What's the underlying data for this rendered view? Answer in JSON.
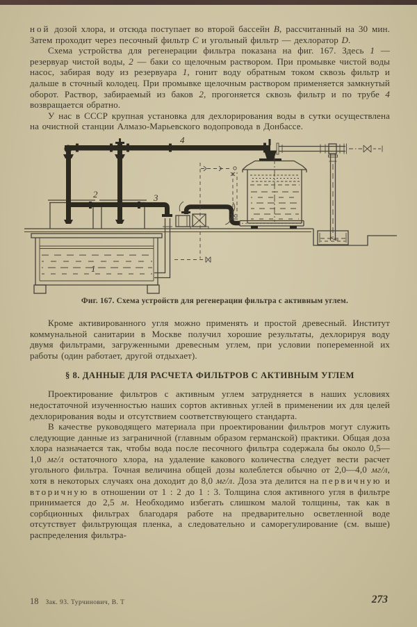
{
  "colors": {
    "paper": "#ccc2a2",
    "ink": "#39352a",
    "pipe_dark": "#2c2921",
    "scan_edge": "#4a3a33"
  },
  "content": {
    "p1": {
      "s0": "ной",
      "s1": " дозой хлора, и отсюда поступает во второй бассейн ",
      "em2": "В",
      "s3": ", рассчитанный на 30 мин. Затем проходит через песочный фильтр ",
      "em4": "С",
      "s5": " и угольный фильтр — дехлоратор ",
      "em6": "D",
      "s7": "."
    },
    "p2": {
      "s0": "Схема устройства для регенерации фильтра показана на фиг. 167. Здесь ",
      "em1": "1",
      "s2": " — резервуар чистой воды, ",
      "em3": "2",
      "s4": " — баки со щелочным раствором. При промывке чистой воды насос, забирая воду из резервуара ",
      "em5": "1",
      "s6": ", гонит воду обратным током сквозь фильтр и дальше в сточный колодец. При промывке щелочным раствором применяется замкнутый оборот. Раствор, забираемый из баков ",
      "em7": "2",
      "s8": ", прогоняется сквозь фильтр и по трубе ",
      "em9": "4",
      "s10": " возвращается обратно."
    },
    "p3": "У нас в СССР крупная установка для дехлорирования воды в сутки осуществлена на очистной станции Алмазо-Марьевского водопровода в Донбассе.",
    "p4": "Кроме активированного угля можно применять и простой древесный. Институт коммунальной санитарии в Москве получил хорошие результаты, дехлорируя воду двумя фильтрами, загруженными древесным углем, при условии попеременной их работы (один работает, другой отдыхает).",
    "heading": "§ 8. ДАННЫЕ ДЛЯ РАСЧЕТА ФИЛЬТРОВ С АКТИВНЫМ УГЛЕМ",
    "p5": "Проектирование фильтров с активным углем затрудняется в наших условиях недостаточной изученностью наших сортов активных углей в применении их для целей дехлорирования воды и отсутствием соответствующего стандарта.",
    "p6": {
      "s0": "В качестве руководящего материала при проектировании фильтров могут служить следующие данные из заграничной (главным образом германской) практики. Общая доза хлора назначается так, чтобы вода после песочного фильтра содержала бы около 0,5—1,0 ",
      "em1": "мг/л",
      "s2": " остаточного хлора, на удаление какового количества следует вести расчет угольного фильтра. Точная величина общей дозы колеблется обычно от 2,0—4,0 ",
      "em3": "мг/л",
      "s4": ", хотя в некоторых случаях она доходит до 8,0 ",
      "em5": "мг/л",
      "s6": ". Доза эта делится на ",
      "sp7": "первичную",
      "s8": " и ",
      "sp9": "вторичную",
      "s10": " в отношении от 1 : 2 до 1 : 3. Толщина слоя активного угля в фильтре принимается до 2,5 ",
      "em11": "м",
      "s12": ". Необходимо избегать слишком малой толщины, так как в сорбционных фильтрах благодаря работе на предварительно осветленной воде отсутствует фильтрующая пленка, а следовательно и саморегулирование (см. выше) распределения фильтра-"
    }
  },
  "figure": {
    "caption": "Фиг. 167. Схема устройств для регенерации фильтра с активным углем.",
    "labels": {
      "reservoir": "1",
      "tanks": "2",
      "pump_pipe": "3",
      "return_pipe": "4"
    }
  },
  "footer": {
    "edition_no": "18",
    "imprint": "Зак. 93. Турчинович, В. Т",
    "page_number": "273"
  }
}
